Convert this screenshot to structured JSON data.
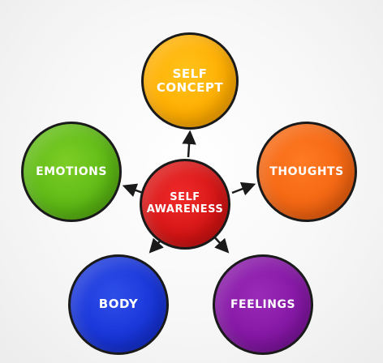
{
  "diagram": {
    "center": {
      "label": "SELF\nAWARENESS",
      "color": "#d61414"
    },
    "nodes": [
      {
        "id": "self-concept",
        "label": "SELF\nCONCEPT",
        "color": "#ffad00"
      },
      {
        "id": "emotions",
        "label": "EMOTIONS",
        "color": "#5cb814"
      },
      {
        "id": "thoughts",
        "label": "THOUGHTS",
        "color": "#f46612"
      },
      {
        "id": "body",
        "label": "BODY",
        "color": "#1734d8"
      },
      {
        "id": "feelings",
        "label": "FEELINGS",
        "color": "#8416a4"
      }
    ],
    "edges": [
      {
        "from": "center",
        "to": "self-concept"
      },
      {
        "from": "center",
        "to": "emotions"
      },
      {
        "from": "center",
        "to": "thoughts"
      },
      {
        "from": "center",
        "to": "body"
      },
      {
        "from": "center",
        "to": "feelings"
      }
    ],
    "stroke_color": "#1a1a1a"
  }
}
